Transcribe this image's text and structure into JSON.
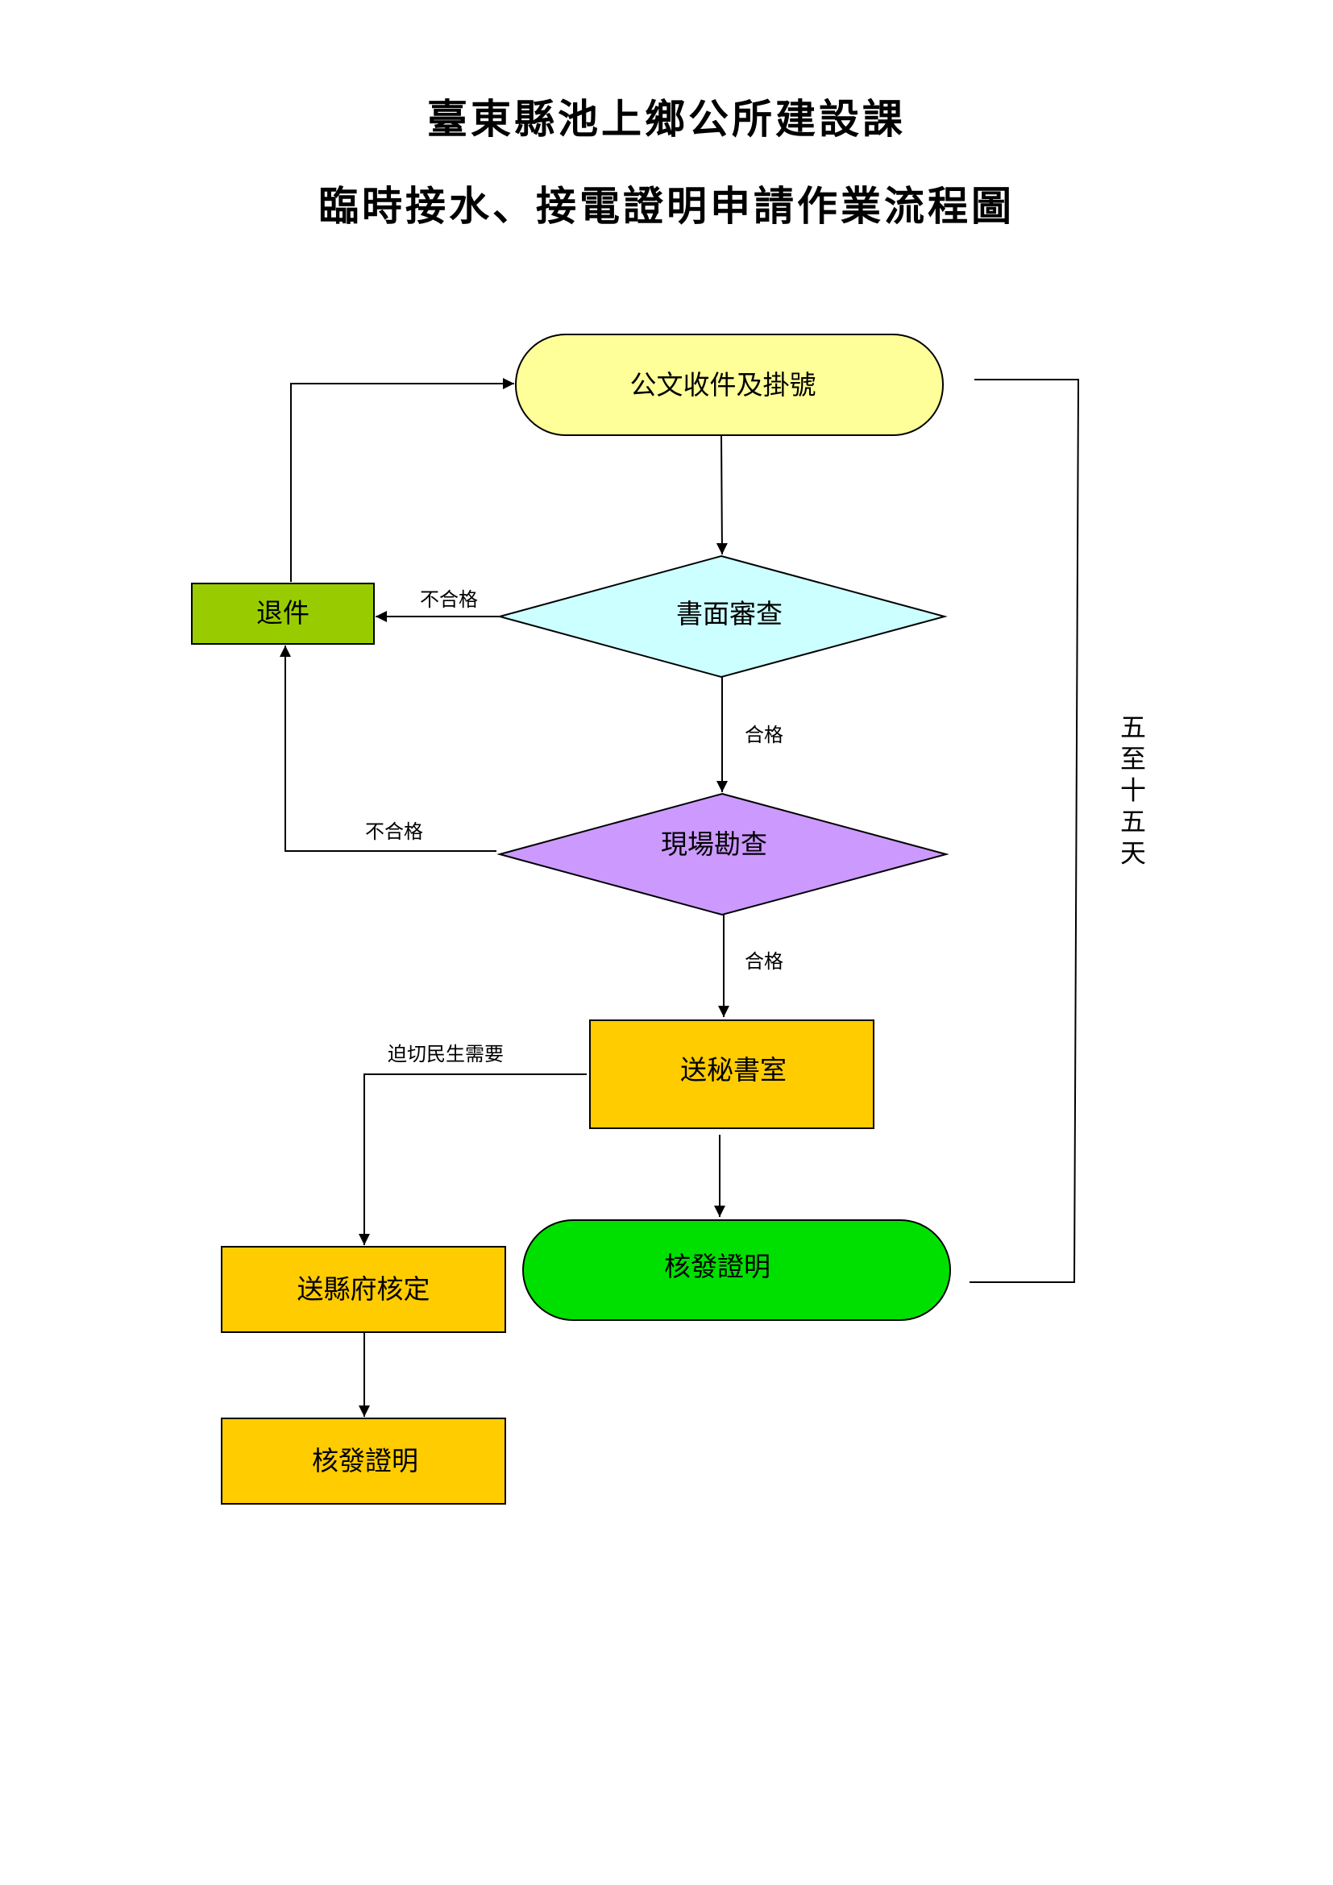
{
  "header": {
    "title": "臺東縣池上鄉公所建設課",
    "subtitle": "臨時接水、接電證明申請作業流程圖"
  },
  "colors": {
    "start_fill": "#ffff99",
    "review_fill": "#ccffff",
    "inspect_fill": "#cc99ff",
    "return_fill": "#99cc00",
    "office_fill": "#ffcc00",
    "issue_fill": "#00e000",
    "stroke": "#000000"
  },
  "nodes": {
    "start": "公文收件及掛號",
    "document_review": "書面審查",
    "return": "退件",
    "site_inspection": "現場勘查",
    "secretary_office": "送秘書室",
    "county_approval": "送縣府核定",
    "issue_certificate": "核發證明",
    "issue_certificate_county": "核發證明"
  },
  "edge_labels": {
    "review_fail": "不合格",
    "review_pass": "合格",
    "inspection_fail": "不合格",
    "inspection_pass": "合格",
    "urgent": "迫切民生需要"
  },
  "duration": {
    "chars": [
      "五",
      "至",
      "十",
      "五",
      "天"
    ]
  }
}
